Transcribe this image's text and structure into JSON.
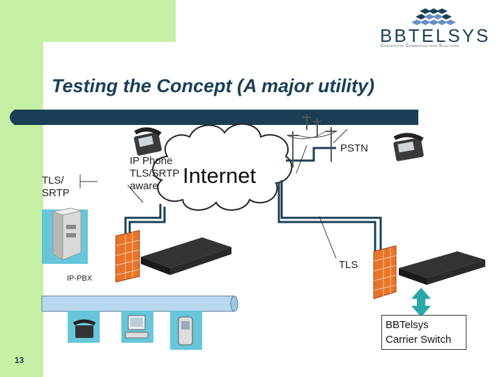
{
  "slide": {
    "title": "Testing the Concept (A major utility)",
    "page_number": "13"
  },
  "logo": {
    "name": "BBTELSYS",
    "tagline": "Converging Communications Solutions",
    "icon": "bbtelsys-diamond-logo-icon"
  },
  "labels": {
    "tls_srtp_line1": "TLS/",
    "tls_srtp_line2": "SRTP",
    "ip_phone_line1": "IP Phone",
    "ip_phone_line2": "TLS/SRTP",
    "ip_phone_line3": "aware",
    "internet": "Internet",
    "pstn": "PSTN",
    "tls": "TLS",
    "ip_pbx": "IP-PBX",
    "carrier_switch_line1": "BBTelsys",
    "carrier_switch_line2": "Carrier Switch"
  },
  "icons": [
    "desk-phone-icon",
    "ip-pbx-server-icon",
    "firewall-icon",
    "router-icon",
    "telephone-pole-icon",
    "desktop-computer-icon",
    "mobile-phone-icon",
    "cloud-icon"
  ],
  "colors": {
    "accent_green": "#c6f0a6",
    "title_navy": "#1a3f55",
    "network_blue": "#1a3f55",
    "lan_bar": "#b8d8ef",
    "switch_arrow": "#2aa8a8"
  }
}
